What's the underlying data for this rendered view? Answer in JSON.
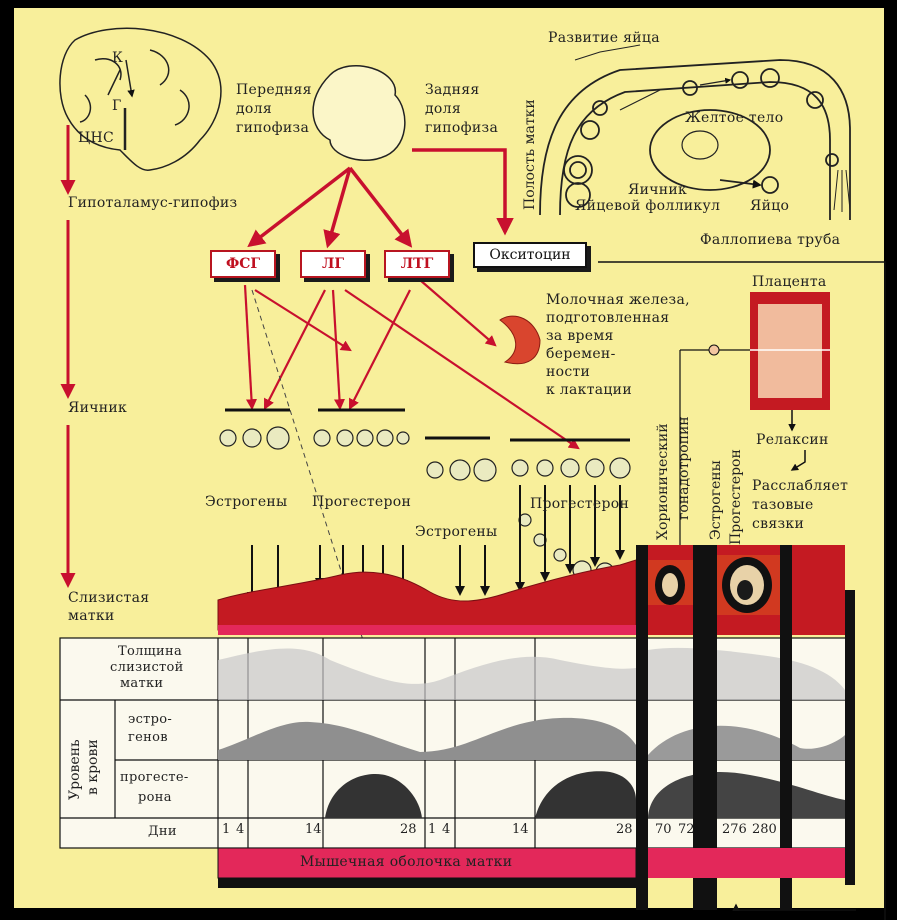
{
  "labels": {
    "k": "К",
    "g": "Г",
    "cns": "ЦНС",
    "hypothalamus": "Гипоталамус-гипофиз",
    "anterior_pituitary": [
      "Передняя",
      "доля",
      "гипофиза"
    ],
    "posterior_pituitary": [
      "Задняя",
      "доля",
      "гипофиза"
    ],
    "egg_development": "Развитие яйца",
    "uterine_cavity": "Полость матки",
    "corpus_luteum": "Желтое тело",
    "ovary_small": "Яичник",
    "follicle": "Яйцевой фолликул",
    "egg": "Яйцо",
    "fallopian_tube": "Фаллопиева труба",
    "fsh": "ФСГ",
    "lh": "ЛГ",
    "ltg": "ЛТГ",
    "oxytocin": "Окситоцин",
    "placenta": "Плацента",
    "mammary": [
      "Молочная железа,",
      "подготовленная",
      "за время",
      "беремен-",
      "ности",
      "к лактации"
    ],
    "ovary": "Яичник",
    "hcg": [
      "Хорионический",
      "гонадотропин"
    ],
    "estrogens_v": "Эстрогены",
    "progesterone_v": "Прогестерон",
    "relaxin": "Релаксин",
    "relaxes": [
      "Расслабляет",
      "тазовые",
      "связки"
    ],
    "estrogens1": "Эстрогены",
    "progesterone1": "Прогестерон",
    "estrogens2": "Эстрогены",
    "progesterone2": "Прогестерон",
    "uterine_mucosa": [
      "Слизистая",
      "матки"
    ],
    "muscle_layer": "Мышечная оболочка матки"
  },
  "table": {
    "row_thickness": [
      "Толщина",
      "слизистой",
      "матки"
    ],
    "blood_level": [
      "Уровень",
      "в крови"
    ],
    "row_estrogen": [
      "эстро-",
      "генов"
    ],
    "row_progesterone": [
      "прогесте-",
      "рона"
    ],
    "days_label": "Дни",
    "days": [
      "1",
      "4",
      "14",
      "28",
      "1",
      "4",
      "14",
      "28",
      "70",
      "72",
      "276",
      "280"
    ]
  },
  "colors": {
    "background": "#f8ef9b",
    "arrow_red": "#c8102e",
    "tissue_red": "#c41a22",
    "muscle_pink": "#e3285a"
  }
}
